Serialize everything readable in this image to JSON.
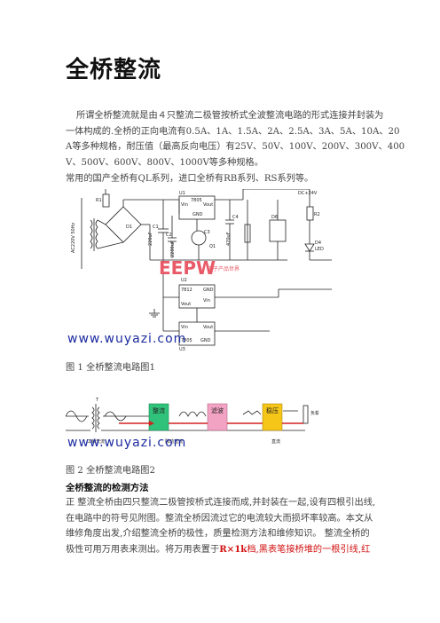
{
  "title": "全桥整流",
  "intro_lines": [
    "所谓全桥整流就是由４只整流二极管按桥式全波整流电路的形式连接并封装为",
    "一体构成的.全桥的正向电流有0.5A、1A、1.5A、2A、2.5A、3A、5A、10A、20",
    "A等多种规格，耐压值（最高反向电压）有25V、50V、100V、200V、300V、400",
    "V、500V、600V、800V、1000V等多种规格。"
  ],
  "series_line": "常用的国产全桥有QL系列，进口全桥有RB系列、RS系列等。",
  "figure1": {
    "caption": "图 1  全桥整流电路图1",
    "watermark": "www.wuyazi.com",
    "logo": "EEPW",
    "logo_sub": "电子产品世界",
    "labels": {
      "u1": "U1",
      "u1_in": "Vin",
      "u1_part": "7805",
      "u1_out": "Vout",
      "u1_gnd": "GND",
      "u2": "U2",
      "u2_part": "7812",
      "u2_out": "Vout",
      "u2_in": "Vin",
      "u2_gnd": "GND",
      "u3": "U3",
      "u3_in": "Vin",
      "u3_part": "7805",
      "u3_out": "Vout",
      "u3_gnd": "GND",
      "r1": "R1",
      "r2": "R2",
      "d1": "D1",
      "d4": "D4",
      "d6": "D6",
      "led": "LED",
      "c1": "C1",
      "c2": "C2",
      "c3": "C3",
      "c4": "C4",
      "c1_val": "220uF",
      "c2_val": "2200uF",
      "c4_val": "470uF",
      "ac": "AC220V 50Hz",
      "dc": "DC+24V",
      "q": "Q1"
    }
  },
  "figure2": {
    "caption": "图 2  全桥整流电路图2",
    "watermark": "www.wuyazi.com",
    "transformer_label": "T",
    "blocks": [
      "整流",
      "滤波",
      "稳压"
    ],
    "load": "负载",
    "bottom_labels": [
      "工频交流",
      "脉动直流",
      "直流"
    ]
  },
  "section_heading": "全桥整流的检测方法",
  "body_lines": [
    "正  整流全桥由四只整流二极管按桥式连接而成,并封装在一起,设有四根引出线,",
    "在电路中的符号见附图。整流全桥因流过它的电流较大而损坏率较高。本文从",
    "维修角度出发,介绍整流全桥的极性，质量检测方法和维修知识。  整流全桥的",
    "极性可用万用表来测出。将万用表置于"
  ],
  "body_last_red_bold": "R×1k",
  "body_last_red_tail": "档,黑表笔接桥堆的一根引线,红",
  "colors": {
    "text": "#444444",
    "heading": "#111111",
    "watermark": "#1a2aa0",
    "logo": "#e85a68",
    "highlight_red": "#d21010",
    "block_green": "#2fc27a",
    "block_pink": "#f2a2c2",
    "block_yellow": "#f5c518",
    "flow_red": "#d22020"
  }
}
